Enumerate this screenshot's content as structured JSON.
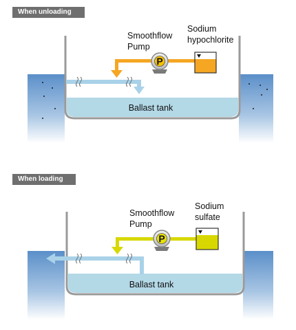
{
  "panels": [
    {
      "badge": "When unloading",
      "pump_label_line1": "Smoothflow",
      "pump_label_line2": "Pump",
      "chem_label_line1": "Sodium",
      "chem_label_line2": "hypochlorite",
      "tank_label": "Ballast tank",
      "pump_letter": "P",
      "chemical_color": "#f5a623",
      "flow_direction": "into tank"
    },
    {
      "badge": "When loading",
      "pump_label_line1": "Smoothflow",
      "pump_label_line2": "Pump",
      "chem_label_line1": "Sodium",
      "chem_label_line2": "sulfate",
      "tank_label": "Ballast tank",
      "pump_letter": "P",
      "chemical_color": "#d8d800",
      "flow_direction": "out of tank"
    }
  ],
  "colors": {
    "sea": "#5b8fc9",
    "ballast_water": "#b3d8e6",
    "hull": "#9a9a9a",
    "water_pipe": "#a9d2e8",
    "badge_bg": "#6f6f6f"
  }
}
